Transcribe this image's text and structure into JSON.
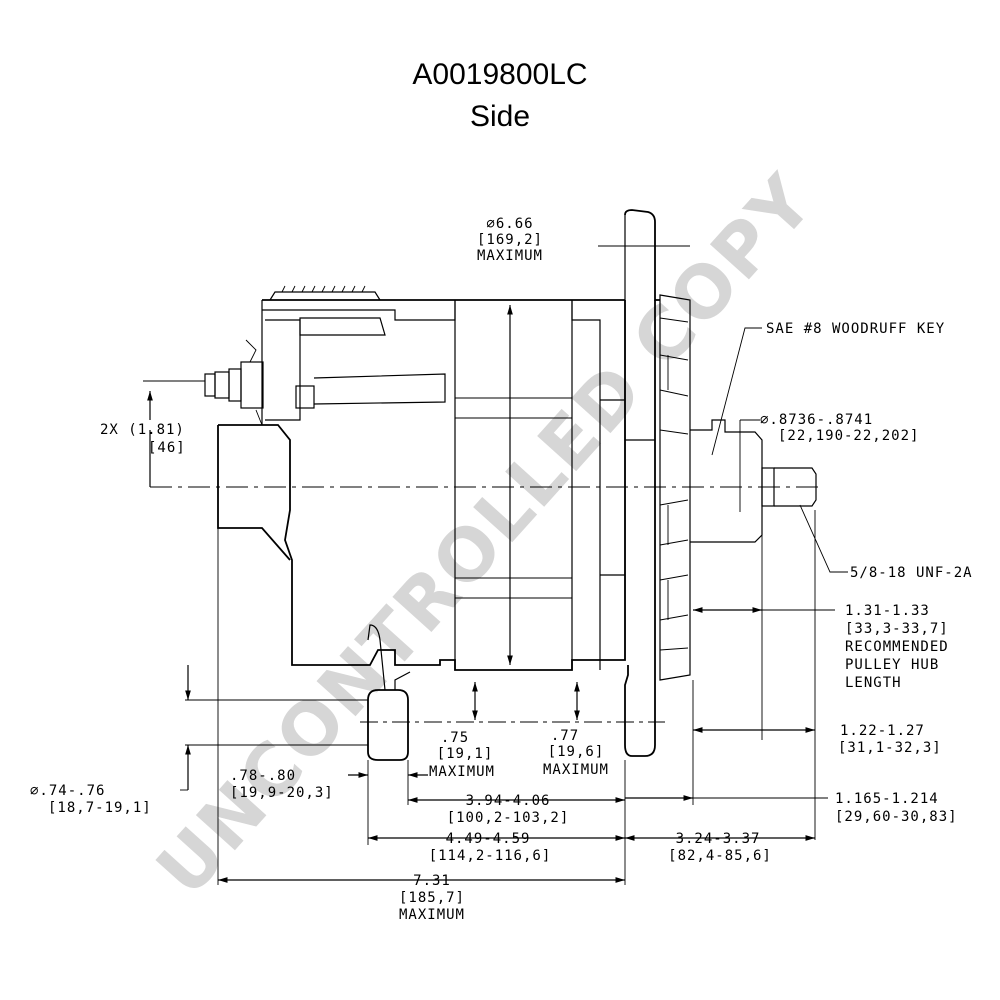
{
  "title": "A0019800LC",
  "subtitle": "Side",
  "watermark": "UNCONTROLLED COPY",
  "dimensions": {
    "diameter_max": {
      "value": "∅6.66",
      "metric": "[169,2]",
      "note": "MAXIMUM"
    },
    "woodruff_key": "SAE #8 WOODRUFF KEY",
    "shaft_diameter": {
      "value": "∅.8736-.8741",
      "metric": "[22,190-22,202]"
    },
    "thread": "5/8-18 UNF-2A",
    "terminal_height": {
      "value": "2X (1.81)",
      "metric": "[46]"
    },
    "pulley_hub": {
      "value": "1.31-1.33",
      "metric": "[33,3-33,7]",
      "note1": "RECOMMENDED",
      "note2": "PULLEY HUB",
      "note3": "LENGTH"
    },
    "dim_122": {
      "value": "1.22-1.27",
      "metric": "[31,1-32,3]"
    },
    "dim_1165": {
      "value": "1.165-1.214",
      "metric": "[29,60-30,83]"
    },
    "mount_hole": {
      "value": "∅.74-.76",
      "metric": "[18,7-19,1]"
    },
    "dim_078": {
      "value": ".78-.80",
      "metric": "[19,9-20,3]"
    },
    "dim_075": {
      "value": ".75",
      "metric": "[19,1]",
      "note": "MAXIMUM"
    },
    "dim_077": {
      "value": ".77",
      "metric": "[19,6]",
      "note": "MAXIMUM"
    },
    "dim_394": {
      "value": "3.94-4.06",
      "metric": "[100,2-103,2]"
    },
    "dim_449": {
      "value": "4.49-4.59",
      "metric": "[114,2-116,6]"
    },
    "dim_324": {
      "value": "3.24-3.37",
      "metric": "[82,4-85,6]"
    },
    "overall_length": {
      "value": "7.31",
      "metric": "[185,7]",
      "note": "MAXIMUM"
    }
  }
}
